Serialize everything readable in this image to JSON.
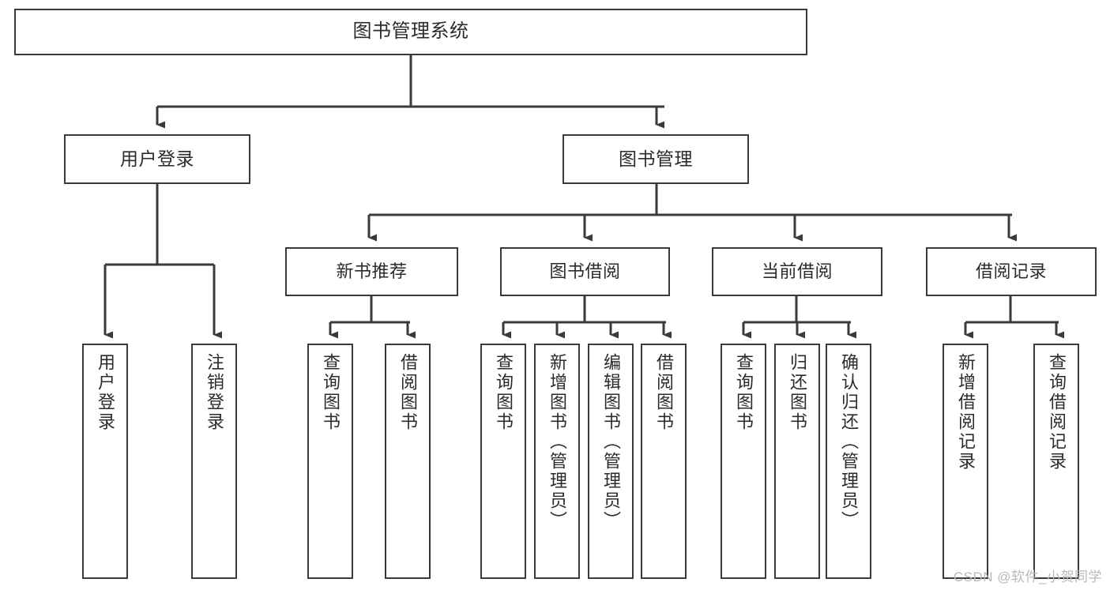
{
  "diagram": {
    "title": "图书管理系统",
    "type": "tree-hierarchy",
    "root": {
      "id": "root",
      "label": "图书管理系统"
    },
    "level2": [
      {
        "id": "user-login",
        "label": "用户登录"
      },
      {
        "id": "book-management",
        "label": "图书管理"
      }
    ],
    "level3": [
      {
        "id": "new-book-recommend",
        "label": "新书推荐",
        "parent": "book-management"
      },
      {
        "id": "book-borrow",
        "label": "图书借阅",
        "parent": "book-management"
      },
      {
        "id": "current-borrow",
        "label": "当前借阅",
        "parent": "book-management"
      },
      {
        "id": "borrow-record",
        "label": "借阅记录",
        "parent": "book-management"
      }
    ],
    "leaves": [
      {
        "id": "leaf-user-login",
        "label": "用户登录",
        "parent": "user-login"
      },
      {
        "id": "leaf-logout",
        "label": "注销登录",
        "parent": "user-login"
      },
      {
        "id": "leaf-query-book-1",
        "label": "查询图书",
        "parent": "new-book-recommend"
      },
      {
        "id": "leaf-borrow-book-1",
        "label": "借阅图书",
        "parent": "new-book-recommend"
      },
      {
        "id": "leaf-query-book-2",
        "label": "查询图书",
        "parent": "book-borrow"
      },
      {
        "id": "leaf-add-book",
        "label": "新增图书（管理员）",
        "parent": "book-borrow"
      },
      {
        "id": "leaf-edit-book",
        "label": "编辑图书（管理员）",
        "parent": "book-borrow"
      },
      {
        "id": "leaf-borrow-book-2",
        "label": "借阅图书",
        "parent": "book-borrow"
      },
      {
        "id": "leaf-query-book-3",
        "label": "查询图书",
        "parent": "current-borrow"
      },
      {
        "id": "leaf-return-book",
        "label": "归还图书",
        "parent": "current-borrow"
      },
      {
        "id": "leaf-confirm-return",
        "label": "确认归还（管理员）",
        "parent": "current-borrow"
      },
      {
        "id": "leaf-add-record",
        "label": "新增借阅记录",
        "parent": "borrow-record"
      },
      {
        "id": "leaf-query-record",
        "label": "查询借阅记录",
        "parent": "borrow-record"
      }
    ]
  },
  "watermark": {
    "text": "CSDN @软件_小贺同学"
  },
  "colors": {
    "border": "#3a3a3a",
    "text": "#2b2b2b",
    "background": "#ffffff",
    "watermark": "#b9b9b9"
  }
}
